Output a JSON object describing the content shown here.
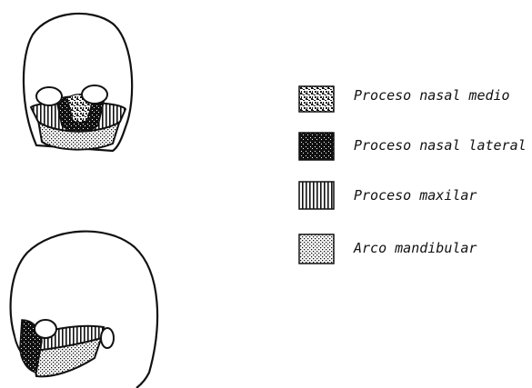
{
  "legend": {
    "items": [
      {
        "label": "Proceso nasal medio",
        "pattern": "speckled"
      },
      {
        "label": "Proceso nasal lateral",
        "pattern": "dark"
      },
      {
        "label": "Proceso maxilar",
        "pattern": "vertical-lines"
      },
      {
        "label": "Arco mandibular",
        "pattern": "dotted"
      }
    ]
  },
  "colors": {
    "ink": "#111111",
    "paper": "#ffffff"
  }
}
